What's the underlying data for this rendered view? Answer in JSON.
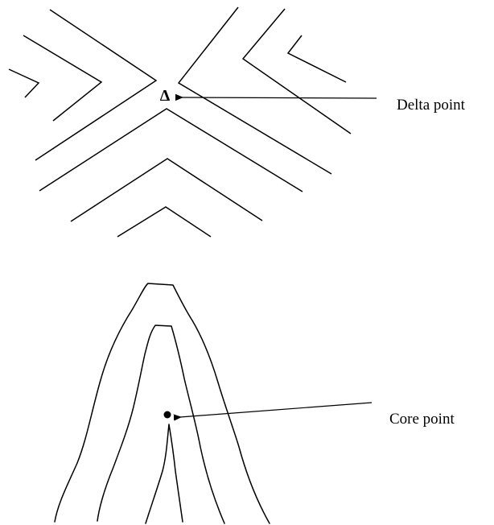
{
  "labels": {
    "delta_point": "Delta point",
    "core_point": "Core point",
    "delta_symbol": "Δ"
  },
  "colors": {
    "ink": "#000000",
    "background": "#ffffff"
  }
}
